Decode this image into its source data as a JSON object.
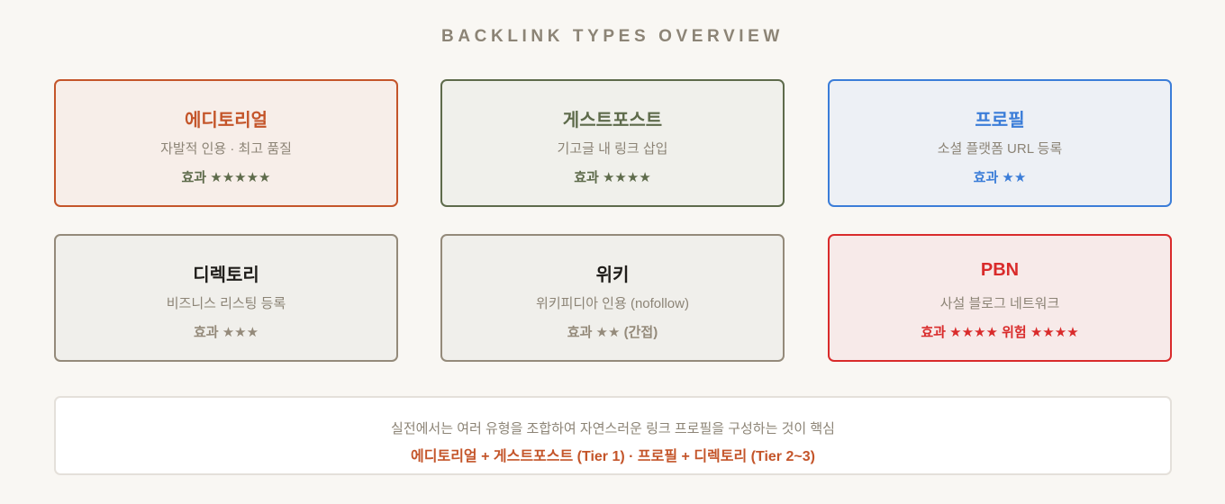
{
  "header": {
    "title": "BACKLINK TYPES OVERVIEW"
  },
  "cards": [
    {
      "name": "에디토리얼",
      "description": "자발적 인용 · 최고 품질",
      "rating": "효과 ★★★★★",
      "colors": {
        "border": "#c4552a",
        "background": "#f7eee9",
        "title": "#c4552a",
        "rating": "#5e6b4b"
      }
    },
    {
      "name": "게스트포스트",
      "description": "기고글 내 링크 삽입",
      "rating": "효과 ★★★★",
      "colors": {
        "border": "#5e6b4b",
        "background": "#f0f0eb",
        "title": "#5e6b4b",
        "rating": "#5e6b4b"
      }
    },
    {
      "name": "프로필",
      "description": "소셜 플랫폼 URL 등록",
      "rating": "효과 ★★",
      "colors": {
        "border": "#3b7dd8",
        "background": "#edf0f5",
        "title": "#3b7dd8",
        "rating": "#3b7dd8"
      }
    },
    {
      "name": "디렉토리",
      "description": "비즈니스 리스팅 등록",
      "rating": "효과 ★★★",
      "colors": {
        "border": "#948a7a",
        "background": "#f0efeb",
        "title": "#1f1d1a",
        "rating": "#948a7a"
      }
    },
    {
      "name": "위키",
      "description": "위키피디아 인용 (nofollow)",
      "rating": "효과 ★★ (간접)",
      "colors": {
        "border": "#948a7a",
        "background": "#f0efeb",
        "title": "#1f1d1a",
        "rating": "#948a7a"
      }
    },
    {
      "name": "PBN",
      "description": "사설 블로그 네트워크",
      "rating": "효과 ★★★★ 위험 ★★★★",
      "colors": {
        "border": "#d92b2b",
        "background": "#f7eae9",
        "title": "#d92b2b",
        "rating": "#d92b2b"
      }
    }
  ],
  "summary": {
    "line1": "실전에서는 여러 유형을 조합하여 자연스러운 링크 프로필을 구성하는 것이 핵심",
    "line2": "에디토리얼 + 게스트포스트 (Tier 1) · 프로필 + 디렉토리 (Tier 2~3)"
  },
  "colors": {
    "page_background": "#f9f7f3",
    "title": "#8c8476",
    "muted_text": "#8c8476",
    "accent": "#c4552a"
  }
}
